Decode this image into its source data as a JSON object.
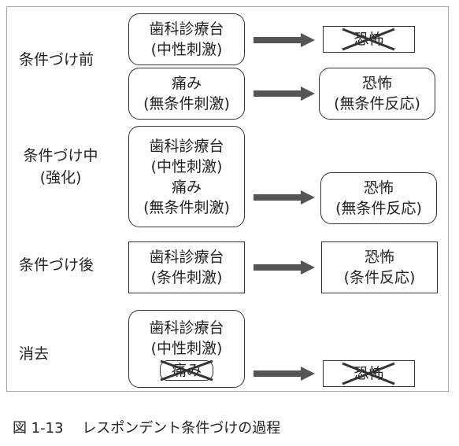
{
  "stages": [
    {
      "label": "条件づけ前",
      "rows": [
        {
          "stimulus": [
            "歯科診療台",
            "(中性刺激)"
          ],
          "response": [
            "恐怖"
          ],
          "response_crossed": true
        },
        {
          "stimulus": [
            "痛み",
            "(無条件刺激)"
          ],
          "response": [
            "恐怖",
            "(無条件反応)"
          ],
          "response_crossed": false
        }
      ]
    },
    {
      "label_lines": [
        "条件づけ中",
        "(強化)"
      ],
      "stimulus": [
        "歯科診療台",
        "(中性刺激)",
        "痛み",
        "(無条件刺激)"
      ],
      "response": [
        "恐怖",
        "(無条件反応)"
      ]
    },
    {
      "label": "条件づけ後",
      "stimulus": [
        "歯科診療台",
        "(条件刺激)"
      ],
      "response": [
        "恐怖",
        "(条件反応)"
      ]
    },
    {
      "label": "消去",
      "stimulus": [
        "歯科診療台",
        "(中性刺激)"
      ],
      "stimulus_crossed": "痛み",
      "response_crossed": "恐怖"
    }
  ],
  "caption": {
    "number": "図 1-13",
    "title": "レスポンデント条件づけの過程"
  },
  "colors": {
    "border": "#333333",
    "arrow": "#555555",
    "frame": "#a6a6a6",
    "text": "#222222"
  }
}
